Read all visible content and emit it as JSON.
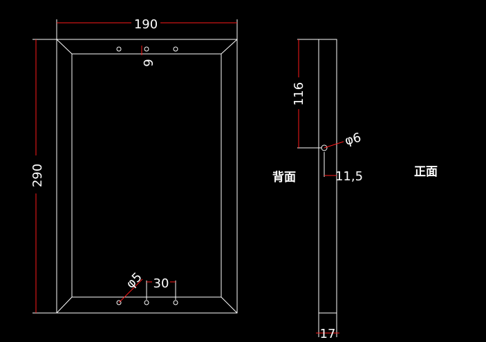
{
  "colors": {
    "background": "#000000",
    "geometry": "#ffffff",
    "dimension_lines": "#ff1a1a",
    "text": "#ffffff"
  },
  "front_view": {
    "width_dim": "190",
    "height_dim": "290",
    "top_hole_spacing_dim": "6",
    "bottom_hole_diameter_dim": "φ5",
    "bottom_hole_spacing_dim": "30"
  },
  "side_view": {
    "height_dim": "116",
    "hole_diameter_dim": "φ6",
    "offset_dim": "11,5",
    "thickness_dim": "17",
    "back_label": "背面",
    "front_label": "正面"
  }
}
